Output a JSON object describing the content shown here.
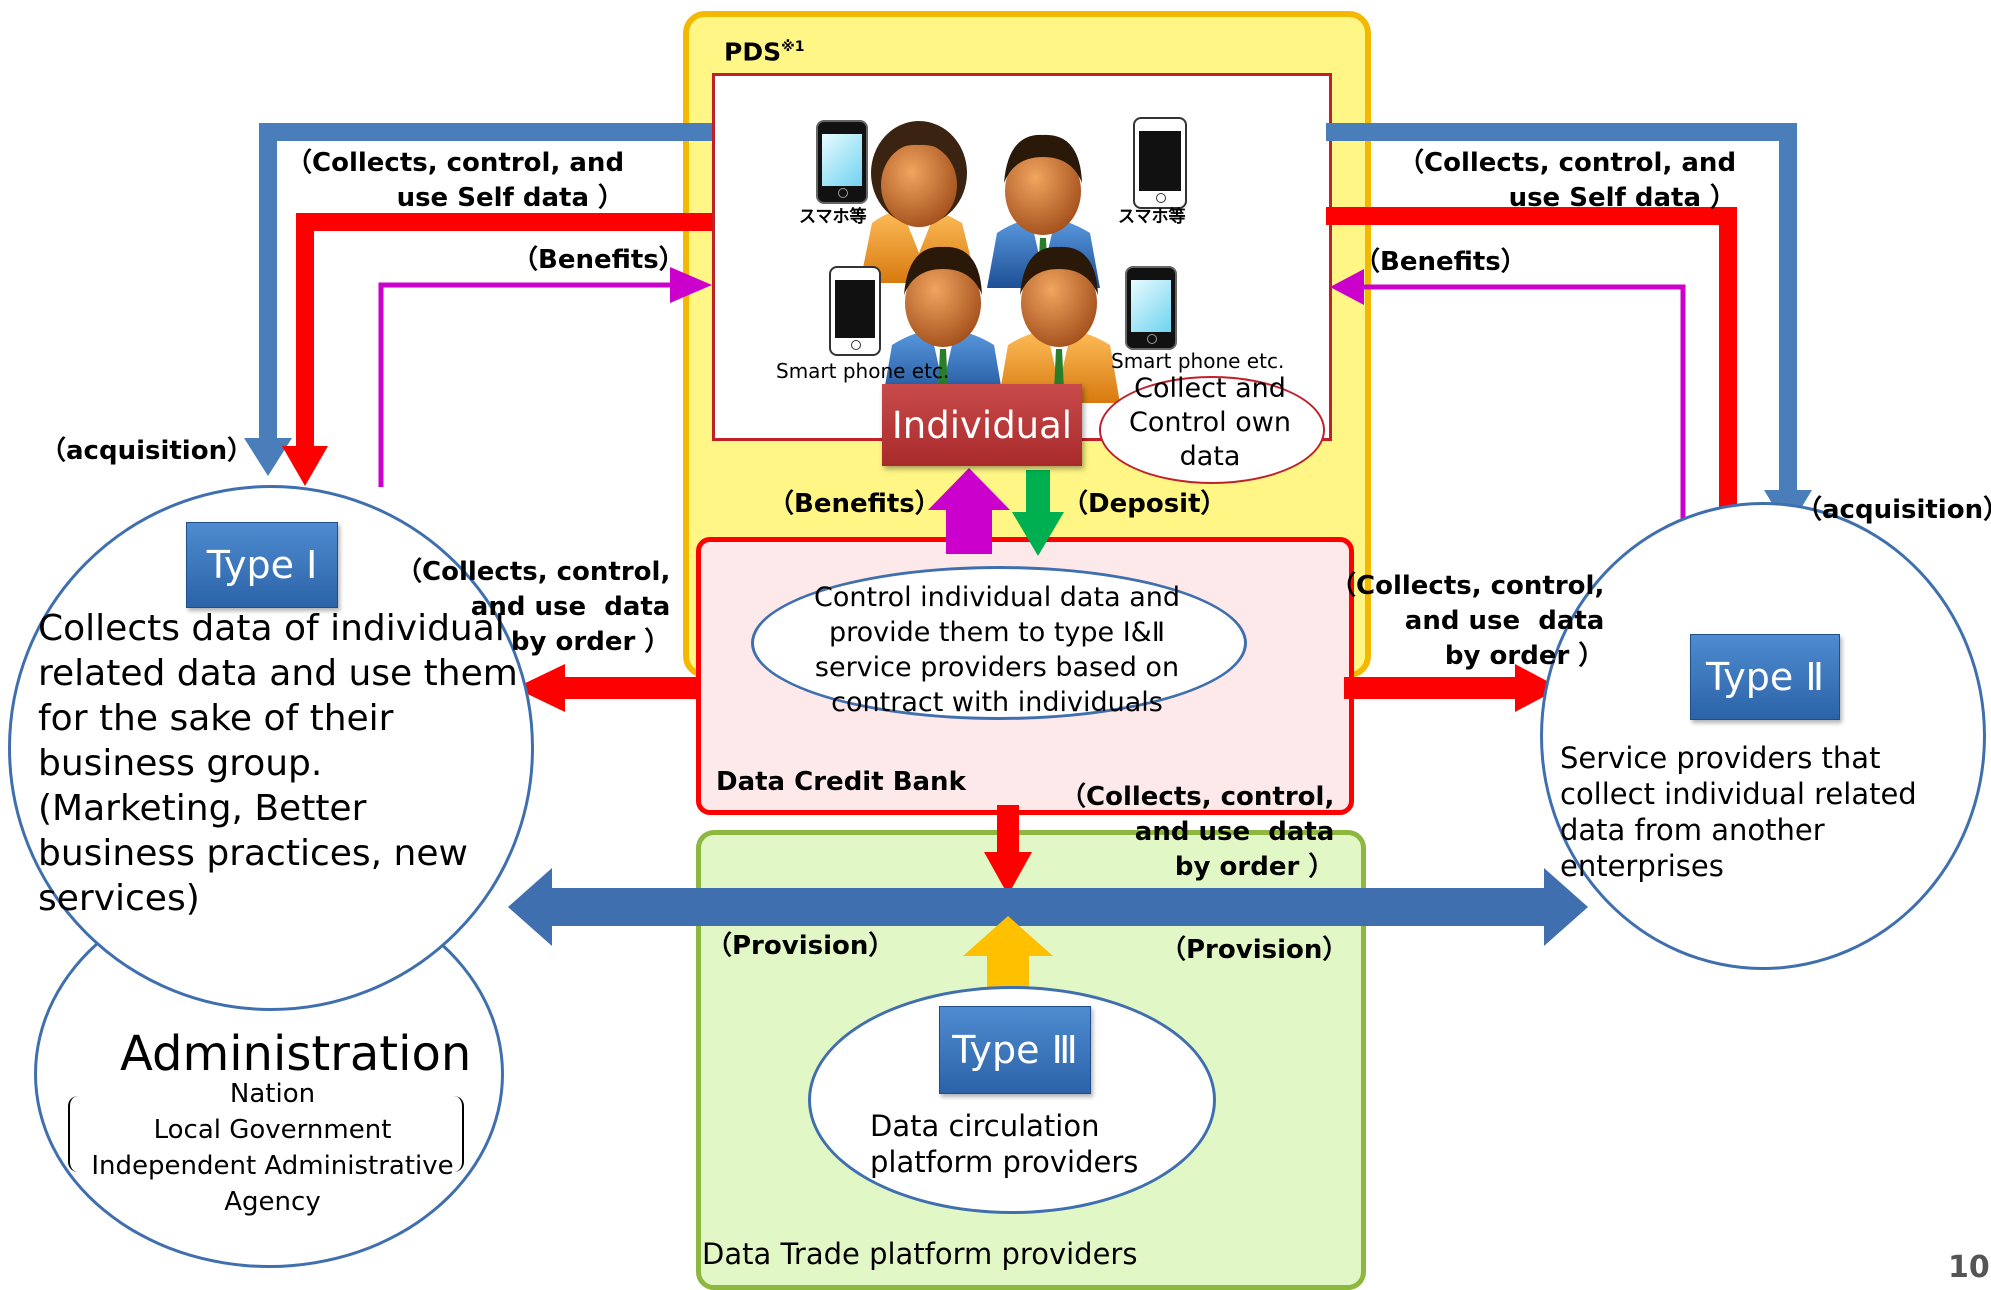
{
  "pds": {
    "title": "PDS",
    "sup": "※1"
  },
  "people": {
    "phone_label_jp_left": "スマホ等",
    "phone_label_jp_right": "スマホ等",
    "phone_label_en_left": "Smart phone etc.",
    "phone_label_en_right": "Smart phone etc."
  },
  "individual": {
    "label": "Individual",
    "note": "Collect and Control own data"
  },
  "edge_labels": {
    "left_collect": "（Collects, control, and\n use Self data ）",
    "right_collect": "（Collects, control, and\n use Self data ）",
    "left_benefits": "（Benefits）",
    "right_benefits": "（Benefits）",
    "left_acquisition": "（acquisition）",
    "right_acquisition": "（acquisition）",
    "center_benefits": "（Benefits）",
    "center_deposit": "（Deposit）",
    "left_order": "（Collects, control,\n and use  data\n by order ）",
    "right_order": "（Collects, control,\n and use  data\n by order ）",
    "bottom_order": "（Collects, control,\n and use  data\n by order ）",
    "left_provision": "（Provision）",
    "right_provision": "（Provision）"
  },
  "bank": {
    "title": "Data Credit Bank",
    "description": "Control individual data and provide them to type Ⅰ&Ⅱ service providers based on contract with individuals"
  },
  "type1": {
    "label": "Type Ⅰ",
    "description": "Collects  data of individual related data and use them for the sake of their business group. (Marketing, Better business practices, new services)"
  },
  "type2": {
    "label": "Type Ⅱ",
    "description": "Service providers that collect individual related data from another enterprises"
  },
  "type3": {
    "label": "Type Ⅲ",
    "description": "Data circulation platform providers"
  },
  "trade": {
    "title": "Data Trade platform providers"
  },
  "administration": {
    "title": "Administration",
    "items": [
      "Nation",
      "Local Government",
      "Independent Administrative",
      "Agency"
    ]
  },
  "page_number": "10",
  "colors": {
    "blue_arrow": "#4a7ebb",
    "red_arrow": "#ff0000",
    "purple_arrow": "#cc00cc",
    "green_arrow": "#00b050",
    "orange_arrow": "#ffc000",
    "pds_fill": "#fff685",
    "pds_border": "#f5b800",
    "bank_fill": "#fde9e9",
    "trade_fill": "#e2f7c6",
    "trade_border": "#8db83f"
  }
}
